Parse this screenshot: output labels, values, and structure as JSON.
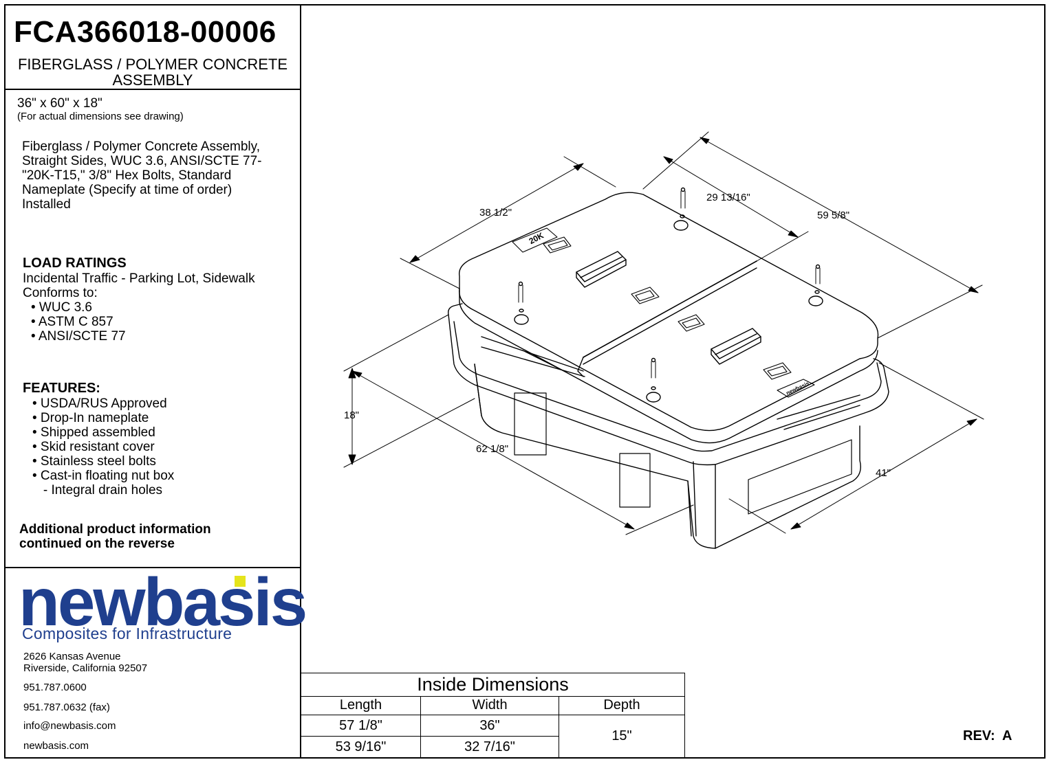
{
  "title_block": {
    "part_number": "FCA366018-00006",
    "subtitle": "FIBERGLASS / POLYMER CONCRETE ASSEMBLY",
    "nominal_size": "36\" x 60\" x 18\"",
    "size_note": "(For actual dimensions see drawing)",
    "description_lines": [
      "Fiberglass / Polymer Concrete Assembly,",
      "Straight Sides, WUC 3.6, ANSI/SCTE 77-",
      "\"20K-T15,\" 3/8\" Hex Bolts, Standard",
      "Nameplate (Specify at time of order)",
      "Installed"
    ]
  },
  "load_ratings": {
    "heading": "LOAD RATINGS",
    "traffic": "Incidental Traffic - Parking Lot, Sidewalk",
    "conforms": "Conforms to:",
    "standards": [
      "• WUC 3.6",
      "• ASTM C 857",
      "• ANSI/SCTE 77"
    ]
  },
  "features": {
    "heading": "FEATURES:",
    "items": [
      "• USDA/RUS Approved",
      "• Drop-In nameplate",
      "• Shipped assembled",
      "• Skid resistant cover",
      "• Stainless steel bolts",
      "• Cast-in floating nut box",
      "   - Integral drain holes"
    ]
  },
  "additional_info": [
    "Additional product information",
    "continued on the reverse"
  ],
  "company": {
    "logo_text": "newbasis",
    "tagline": "Composites for Infrastructure",
    "address_line1": "2626 Kansas Avenue",
    "address_line2": "Riverside, California  92507",
    "phone": "951.787.0600",
    "fax": "951.787.0632 (fax)",
    "email": "info@newbasis.com",
    "website": "newbasis.com",
    "brand_color": "#1f3f8e",
    "accent_color": "#e5e41c"
  },
  "drawing": {
    "dim_top_left": "38 1/2\"",
    "dim_top_mid": "29 13/16\"",
    "dim_top_right": "59 5/8\"",
    "dim_height": "18\"",
    "dim_bottom_left": "62 1/8\"",
    "dim_bottom_right": "41\"",
    "lid_label": "20K",
    "nameplate_label": "newbasis"
  },
  "inside_dimensions": {
    "title": "Inside Dimensions",
    "headers": [
      "Length",
      "Width",
      "Depth"
    ],
    "rows": [
      [
        "57 1/8\"",
        "36\""
      ],
      [
        "53 9/16\"",
        "32 7/16\""
      ]
    ],
    "depth": "15\""
  },
  "revision": "REV:  A"
}
